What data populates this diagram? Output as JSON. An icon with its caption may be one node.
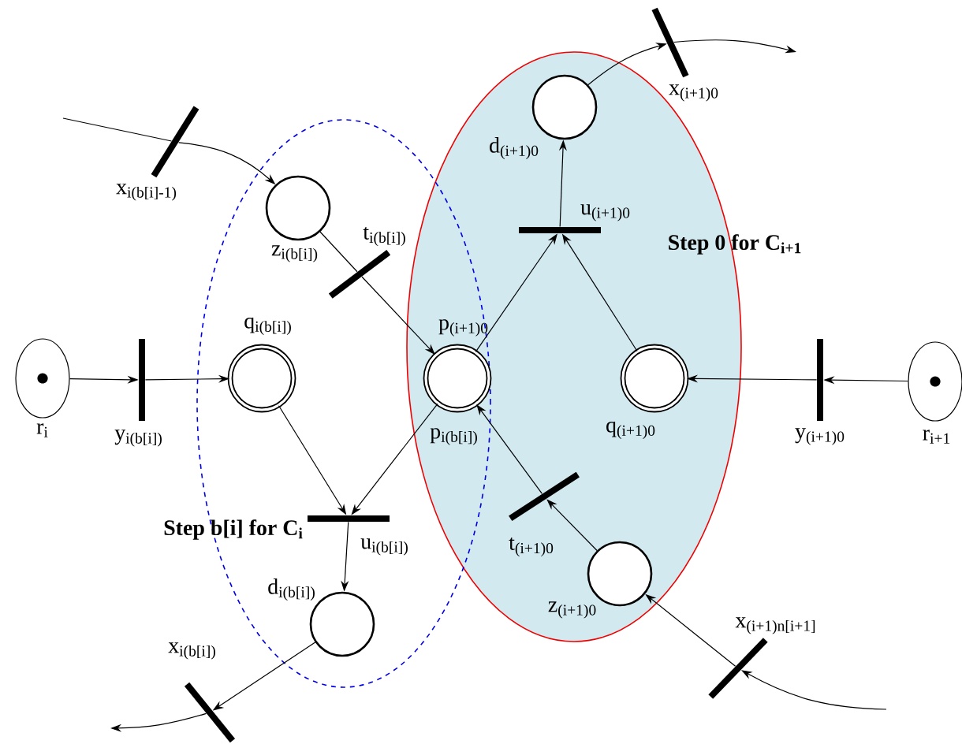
{
  "diagram": {
    "nodes": [
      {
        "text": [
          "Step b[i] for C$_{i}$"
        ]
      },
      {
        "text": [
          "Step 0 for C$_{i+1}$"
        ]
      },
      {
        "text": [],
        "shape": "bar",
        "beside": [
          "x$_{i(b[i]-1)}$"
        ]
      },
      {
        "text": [],
        "shape": "circle",
        "in": 0,
        "beside": [
          "z$_{i(b[i])}$"
        ]
      },
      {
        "text": [],
        "shape": "bar",
        "in": 0,
        "beside": [
          "t$_{i(b[i])}$"
        ]
      },
      {
        "text": [],
        "shape": "circle",
        "beside": [
          "r$_{i}$"
        ]
      },
      {
        "text": [],
        "shape": "bar",
        "beside": [
          "y$_{i(b[i])}$"
        ]
      },
      {
        "text": [],
        "shape": "circle",
        "in": 0,
        "beside": [
          "q$_{i(b[i])}$"
        ]
      },
      {
        "text": [],
        "shape": "circle",
        "beside": [
          "p$_{(i+1)0}$",
          "p$_{i(b[i])}$"
        ]
      },
      {
        "text": [],
        "shape": "bar",
        "in": 0,
        "beside": [
          "u$_{i(b[i])}$"
        ]
      },
      {
        "text": [],
        "shape": "circle",
        "in": 0,
        "beside": [
          "d$_{i(b[i])}$"
        ]
      },
      {
        "text": [],
        "shape": "bar",
        "beside": [
          "x$_{i(b[i])}$"
        ]
      },
      {
        "text": [],
        "shape": "bar",
        "beside": [
          "x$_{(i+1)0}$"
        ]
      },
      {
        "text": [],
        "shape": "circle",
        "in": 1,
        "beside": [
          "d$_{(i+1)0}$"
        ]
      },
      {
        "text": [],
        "shape": "bar",
        "in": 1,
        "beside": [
          "u$_{(i+1)0}$"
        ]
      },
      {
        "text": [],
        "shape": "circle",
        "in": 1,
        "beside": [
          "q$_{(i+1)0}$"
        ]
      },
      {
        "text": [],
        "shape": "bar",
        "beside": [
          "y$_{(i+1)0}$"
        ]
      },
      {
        "text": [],
        "shape": "circle",
        "beside": [
          "r$_{i+1}$"
        ]
      },
      {
        "text": [],
        "shape": "bar",
        "in": 1,
        "beside": [
          "t$_{(i+1)0}$"
        ]
      },
      {
        "text": [],
        "shape": "circle",
        "in": 1,
        "beside": [
          "z$_{(i+1)0}$"
        ]
      },
      {
        "text": [],
        "shape": "bar",
        "beside": [
          "x$_{(i+1)n[i+1]}$"
        ]
      }
    ],
    "edges": [
      {
        "from": null,
        "to": 2,
        "arrow": "none"
      },
      {
        "from": 2,
        "to": 3,
        "arrow": "to"
      },
      {
        "from": 3,
        "to": 4,
        "arrow": "none"
      },
      {
        "from": 4,
        "to": 8,
        "arrow": "to"
      },
      {
        "from": 5,
        "to": 6,
        "arrow": "to"
      },
      {
        "from": 6,
        "to": 7,
        "arrow": "to"
      },
      {
        "from": 7,
        "to": 9,
        "arrow": "to"
      },
      {
        "from": 8,
        "to": 9,
        "arrow": "to"
      },
      {
        "from": 9,
        "to": 10,
        "arrow": "to"
      },
      {
        "from": 10,
        "to": 11,
        "arrow": "to"
      },
      {
        "from": 11,
        "to": null,
        "arrow": "to"
      },
      {
        "from": 8,
        "to": 14,
        "arrow": "to"
      },
      {
        "from": 15,
        "to": 14,
        "arrow": "to"
      },
      {
        "from": 14,
        "to": 13,
        "arrow": "to"
      },
      {
        "from": 13,
        "to": 12,
        "arrow": "to"
      },
      {
        "from": 12,
        "to": null,
        "arrow": "to"
      },
      {
        "from": 17,
        "to": 16,
        "arrow": "to"
      },
      {
        "from": 16,
        "to": 15,
        "arrow": "to"
      },
      {
        "from": null,
        "to": 20,
        "arrow": "to"
      },
      {
        "from": 20,
        "to": 19,
        "arrow": "to"
      },
      {
        "from": 19,
        "to": 18,
        "arrow": "to"
      },
      {
        "from": 18,
        "to": 8,
        "arrow": "to"
      }
    ]
  }
}
